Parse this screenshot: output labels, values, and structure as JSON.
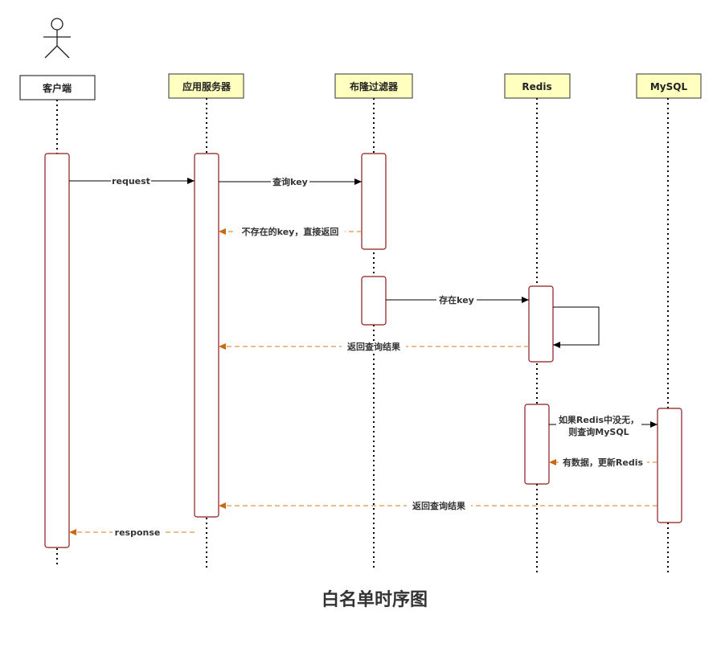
{
  "diagram": {
    "title": "白名单时序图",
    "participants": [
      {
        "id": "client",
        "label": "客户端",
        "fill": "#ffffff",
        "stroke": "#333333"
      },
      {
        "id": "app",
        "label": "应用服务器",
        "fill": "#ffffc0",
        "stroke": "#333333"
      },
      {
        "id": "bloom",
        "label": "布隆过滤器",
        "fill": "#ffffc0",
        "stroke": "#333333"
      },
      {
        "id": "redis",
        "label": "Redis",
        "fill": "#ffffc0",
        "stroke": "#333333"
      },
      {
        "id": "mysql",
        "label": "MySQL",
        "fill": "#ffffc0",
        "stroke": "#333333"
      }
    ],
    "messages": [
      {
        "id": "m1",
        "label": "request",
        "from": "client",
        "to": "app",
        "style": "solid"
      },
      {
        "id": "m2",
        "label": "查询key",
        "from": "app",
        "to": "bloom",
        "style": "solid"
      },
      {
        "id": "m3",
        "label": "不存在的key，直接返回",
        "from": "bloom",
        "to": "app",
        "style": "dashed"
      },
      {
        "id": "m4",
        "label": "存在key",
        "from": "bloom",
        "to": "redis",
        "style": "solid"
      },
      {
        "id": "m5",
        "label": "",
        "from": "redis",
        "to": "redis",
        "style": "self"
      },
      {
        "id": "m6",
        "label": "返回查询结果",
        "from": "redis",
        "to": "app",
        "style": "dashed"
      },
      {
        "id": "m7",
        "label_lines": [
          "如果Redis中没无，",
          "则查询MySQL"
        ],
        "from": "redis",
        "to": "mysql",
        "style": "solid"
      },
      {
        "id": "m8",
        "label": "有数据，更新Redis",
        "from": "mysql",
        "to": "redis",
        "style": "dashed"
      },
      {
        "id": "m9",
        "label": "返回查询结果",
        "from": "mysql",
        "to": "app",
        "style": "dashed"
      },
      {
        "id": "m10",
        "label": "response",
        "from": "app",
        "to": "client",
        "style": "dashed"
      }
    ],
    "colors": {
      "activation_stroke": "#8b1a1a",
      "return_arrow": "#d67a1e",
      "lifeline": "#000000"
    }
  }
}
